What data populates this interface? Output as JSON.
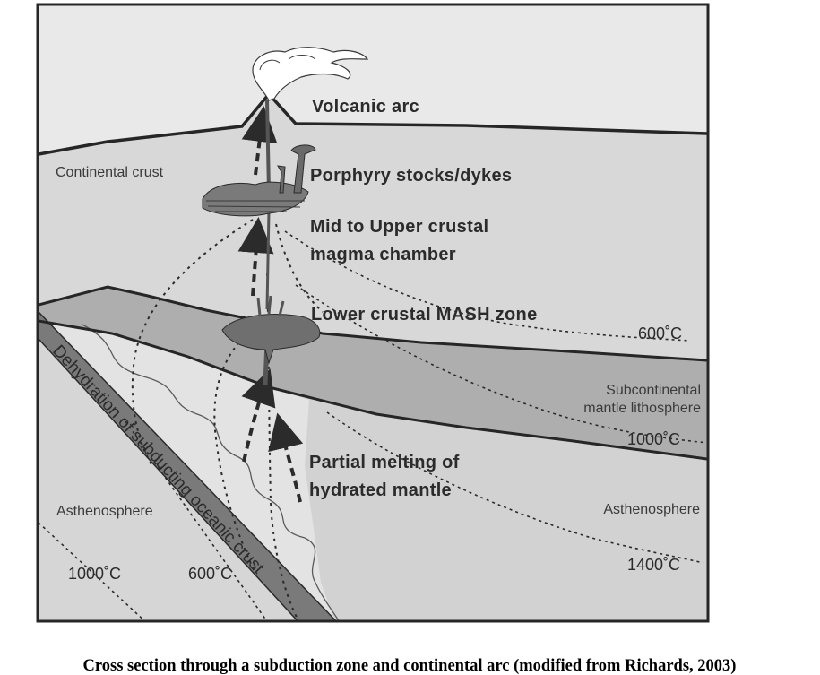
{
  "labels": {
    "volcanic_arc": "Volcanic arc",
    "continental_crust": "Continental crust",
    "porphyry": "Porphyry stocks/dykes",
    "magma_chamber_line1": "Mid to Upper crustal",
    "magma_chamber_line2": "magma chamber",
    "mash_zone": "Lower crustal MASH zone",
    "subcontinental_line1": "Subcontinental",
    "subcontinental_line2": "mantle lithosphere",
    "partial_melting_line1": "Partial melting of",
    "partial_melting_line2": "hydrated mantle",
    "asthenosphere_left": "Asthenosphere",
    "asthenosphere_right": "Asthenosphere",
    "slab": "Dehydration of subducting oceanic crust"
  },
  "isotherms": {
    "t600_right": "600˚C",
    "t1000_right": "1000˚C",
    "t1400_right": "1400˚C",
    "t1000_left": "1000˚C",
    "t600_left": "600˚C"
  },
  "caption": "Cross section through a subduction zone and continental arc (modified from Richards, 2003)",
  "colors": {
    "sky": "#e9e9e9",
    "crust": "#d8d8d8",
    "mantle_lithosphere": "#aeaeae",
    "asthenosphere": "#d2d2d2",
    "wedge": "#e2e2e2",
    "slab": "#7a7a7a",
    "magma": "#6f6f6f",
    "frame": "#262626"
  }
}
